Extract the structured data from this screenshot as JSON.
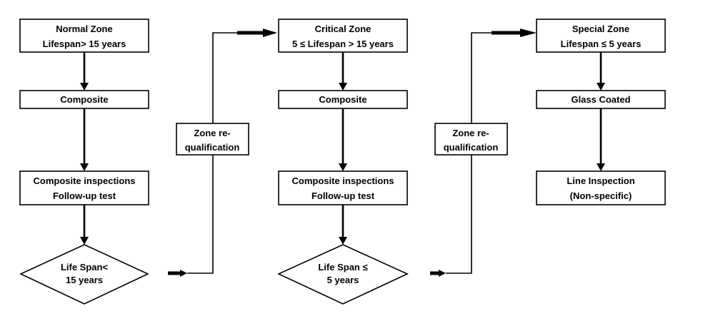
{
  "columns": [
    {
      "zone": [
        "Normal Zone",
        "Lifespan> 15 years"
      ],
      "material": [
        "Composite"
      ],
      "inspection": [
        "Composite inspections",
        "Follow-up test"
      ],
      "decision": [
        "Life Span<",
        "15 years"
      ]
    },
    {
      "zone": [
        "Critical Zone",
        "5 ≤ Lifespan > 15 years"
      ],
      "material": [
        "Composite"
      ],
      "inspection": [
        "Composite inspections",
        "Follow-up test"
      ],
      "decision": [
        "Life Span ≤",
        "5 years"
      ]
    },
    {
      "zone": [
        "Special Zone",
        "Lifespan ≤ 5 years"
      ],
      "material": [
        "Glass Coated"
      ],
      "inspection": [
        "Line Inspection",
        "(Non-specific)"
      ]
    }
  ],
  "requalification": [
    [
      "Zone re-",
      "qualification"
    ],
    [
      "Zone re-",
      "qualification"
    ]
  ]
}
